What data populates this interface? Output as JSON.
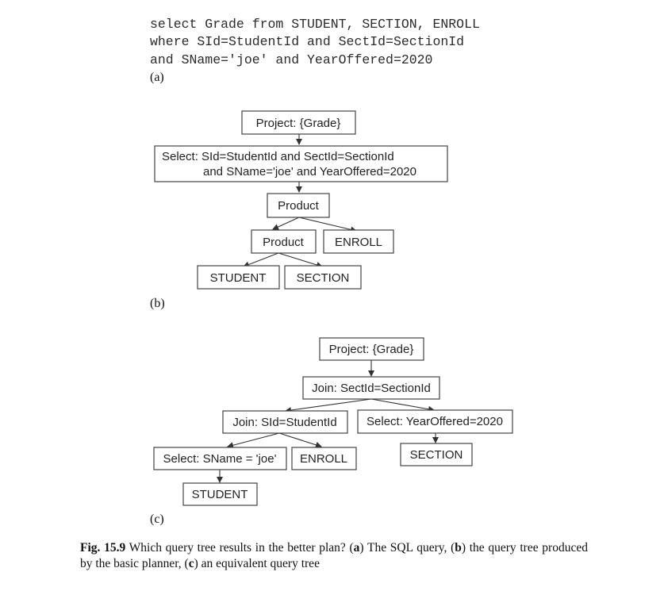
{
  "part_a": {
    "sql_lines": [
      "select Grade from STUDENT, SECTION, ENROLL",
      "where SId=StudentId and SectId=SectionId",
      "and SName='joe' and YearOffered=2020"
    ],
    "label": "(a)"
  },
  "tree_b": {
    "project": "Project: {Grade}",
    "select_line1": "Select: SId=StudentId and SectId=SectionId",
    "select_line2": "and SName='joe' and YearOffered=2020",
    "product_top": "Product",
    "product_inner": "Product",
    "enroll": "ENROLL",
    "student": "STUDENT",
    "section": "SECTION",
    "label": "(b)"
  },
  "tree_c": {
    "project": "Project: {Grade}",
    "join_top": "Join: SectId=SectionId",
    "join_left": "Join: SId=StudentId",
    "select_year": "Select: YearOffered=2020",
    "select_name": "Select: SName = 'joe'",
    "enroll": "ENROLL",
    "section": "SECTION",
    "student": "STUDENT",
    "label": "(c)"
  },
  "caption": {
    "fig": "Fig. 15.9",
    "text_1": " Which query tree results in the better plan? (",
    "a": "a",
    "text_2": ") The SQL query, (",
    "b": "b",
    "text_3": ") the query tree produced by the basic planner, (",
    "c": "c",
    "text_4": ") an equivalent query tree"
  }
}
